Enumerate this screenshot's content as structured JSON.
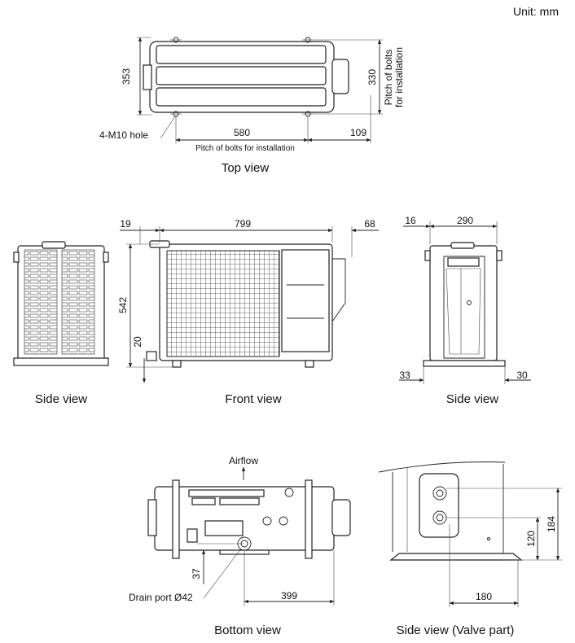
{
  "unit": "Unit: mm",
  "top_view": {
    "caption": "Top view",
    "dim_depth": "353",
    "dim_bolt_pitch_depth": "330",
    "dim_bolt_pitch_depth_label_line1": "Pitch of bolts",
    "dim_bolt_pitch_depth_label_line2": "for installation",
    "dim_bolt_pitch_width": "580",
    "dim_offset_right": "109",
    "hole_label": "4-M10 hole",
    "bolt_pitch_label": "Pitch of bolts for installation"
  },
  "front_view": {
    "caption": "Front view",
    "dim_left": "19",
    "dim_width": "799",
    "dim_right": "68",
    "dim_height": "542",
    "dim_base": "20"
  },
  "left_side_view": {
    "caption": "Side view"
  },
  "right_side_view": {
    "caption": "Side view",
    "dim_top_left": "16",
    "dim_top_width": "290",
    "dim_bottom_left": "33",
    "dim_bottom_right": "30"
  },
  "bottom_view": {
    "caption": "Bottom view",
    "airflow": "Airflow",
    "drain_label": "Drain port Ø42",
    "dim_drain_offset": "37",
    "dim_drain_to_edge": "399"
  },
  "valve_view": {
    "caption": "Side view (Valve part)",
    "dim_lower": "120",
    "dim_upper": "184",
    "dim_horizontal": "180"
  }
}
